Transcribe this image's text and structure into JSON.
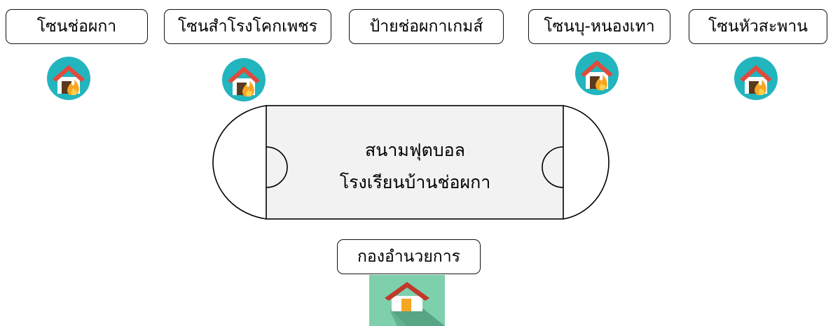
{
  "zones": [
    {
      "label": "โซนช่อผกา"
    },
    {
      "label": "โซนสำโรงโคกเพชร"
    },
    {
      "label": "ป้ายช่อผกาเกมส์"
    },
    {
      "label": "โซนบุ-หนองเทา"
    },
    {
      "label": "โซนหัวสะพาน"
    }
  ],
  "field": {
    "line1": "สนามฟุตบอล",
    "line2": "โรงเรียนบ้านช่อผกา"
  },
  "hq": {
    "label": "กองอำนวยการ"
  },
  "colors": {
    "fire_icon_bg": "#22b5be",
    "roof": "#e04b3c",
    "flame": "#f6a623",
    "field_fill": "#f2f2f2",
    "hq_bg": "#7ed0ad",
    "hq_roof": "#c0392b",
    "hq_door": "#f5a623"
  }
}
